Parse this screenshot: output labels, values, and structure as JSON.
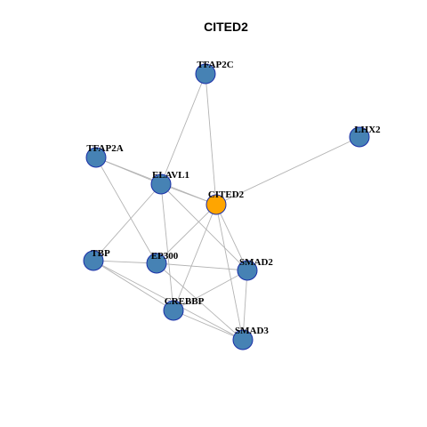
{
  "title": "CITED2",
  "colors": {
    "query_node": "#FFA500",
    "neighbor_node": "#4682B4",
    "node_border": "#1A2FA8",
    "edge": "#B3B3B3"
  },
  "nodes": [
    {
      "id": "TFAP2C",
      "label": "TFAP2C",
      "type": "neighbor"
    },
    {
      "id": "LHX2",
      "label": "LHX2",
      "type": "neighbor"
    },
    {
      "id": "TFAP2A",
      "label": "TFAP2A",
      "type": "neighbor"
    },
    {
      "id": "ELAVL1",
      "label": "ELAVL1",
      "type": "neighbor"
    },
    {
      "id": "CITED2",
      "label": "CITED2",
      "type": "query"
    },
    {
      "id": "TBP",
      "label": "TBP",
      "type": "neighbor"
    },
    {
      "id": "EP300",
      "label": "EP300",
      "type": "neighbor"
    },
    {
      "id": "SMAD2",
      "label": "SMAD2",
      "type": "neighbor"
    },
    {
      "id": "CREBBP",
      "label": "CREBBP",
      "type": "neighbor"
    },
    {
      "id": "SMAD3",
      "label": "SMAD3",
      "type": "neighbor"
    }
  ],
  "edges": [
    [
      "TFAP2C",
      "ELAVL1"
    ],
    [
      "TFAP2C",
      "CITED2"
    ],
    [
      "LHX2",
      "CITED2"
    ],
    [
      "TFAP2A",
      "ELAVL1"
    ],
    [
      "TFAP2A",
      "CITED2"
    ],
    [
      "TFAP2A",
      "EP300"
    ],
    [
      "ELAVL1",
      "CITED2"
    ],
    [
      "ELAVL1",
      "TBP"
    ],
    [
      "ELAVL1",
      "CREBBP"
    ],
    [
      "ELAVL1",
      "SMAD2"
    ],
    [
      "CITED2",
      "EP300"
    ],
    [
      "CITED2",
      "CREBBP"
    ],
    [
      "CITED2",
      "SMAD2"
    ],
    [
      "CITED2",
      "SMAD3"
    ],
    [
      "TBP",
      "EP300"
    ],
    [
      "TBP",
      "CREBBP"
    ],
    [
      "TBP",
      "SMAD3"
    ],
    [
      "EP300",
      "SMAD2"
    ],
    [
      "EP300",
      "SMAD3"
    ],
    [
      "SMAD2",
      "CREBBP"
    ],
    [
      "SMAD2",
      "SMAD3"
    ],
    [
      "CREBBP",
      "SMAD3"
    ]
  ]
}
